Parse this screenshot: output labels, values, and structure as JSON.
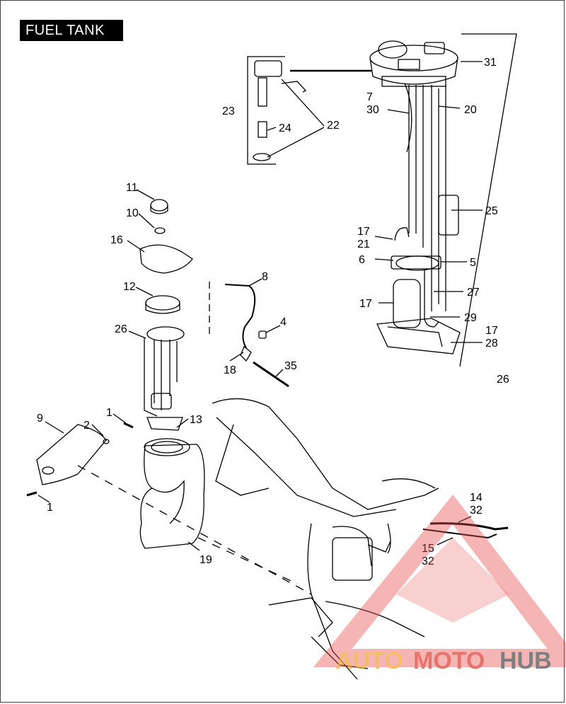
{
  "title": "FUEL TANK",
  "callouts": [
    "31",
    "7",
    "30",
    "20",
    "23",
    "22",
    "24",
    "25",
    "17",
    "21",
    "6",
    "5",
    "27",
    "17",
    "29",
    "17",
    "28",
    "26",
    "11",
    "10",
    "16",
    "8",
    "12",
    "4",
    "26",
    "18",
    "35",
    "1",
    "13",
    "9",
    "2",
    "1",
    "19",
    "14",
    "32",
    "15",
    "32"
  ],
  "watermark": {
    "auto": "AUTO",
    "moto": "MOTO",
    "hub": "HUB",
    "colors": {
      "auto": "#f2a83a",
      "moto": "#e0463c",
      "hub": "#555555",
      "triangle": "#e84c4c"
    }
  }
}
